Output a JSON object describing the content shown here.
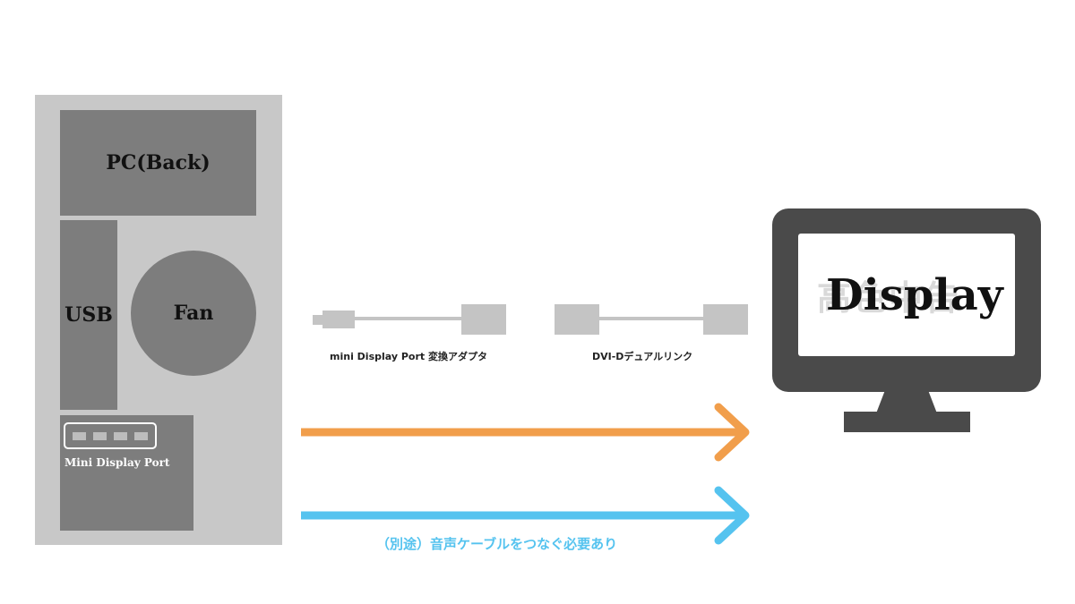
{
  "pc": {
    "back_label": "PC(Back)",
    "usb_label": "USB",
    "fan_label": "Fan",
    "mini_dp_label": "Mini Display Port"
  },
  "cables": {
    "adapter_label": "mini Display Port 変換アダプタ",
    "dvi_label": "DVI-Dデュアルリンク"
  },
  "audio_note": "（別途）音声ケーブルをつなぐ必要あり",
  "display": {
    "label": "Display",
    "watermark": "高色中告"
  },
  "colors": {
    "video_arrow": "#f19e4b",
    "audio_arrow": "#55c3ef",
    "monitor": "#4a4a4a",
    "pc_case": "#c8c8c8",
    "pc_panel": "#7d7d7d",
    "cable": "#c4c4c4"
  }
}
